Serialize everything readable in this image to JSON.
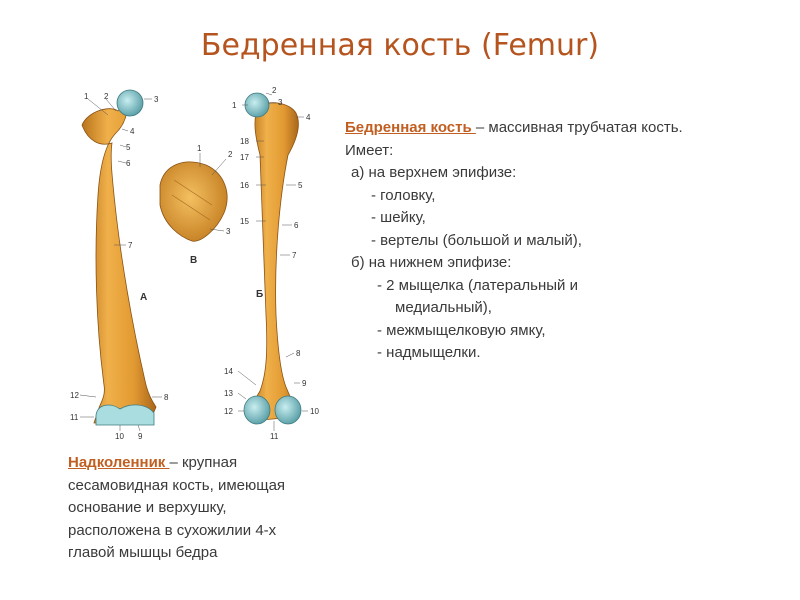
{
  "title": "Бедренная кость (Femur)",
  "figure": {
    "view_labels": {
      "a": "А",
      "b": "Б",
      "v": "В"
    },
    "bone_color": "#e0a23a",
    "cartilage_color": "#8fc6cc",
    "labels_a": [
      "1",
      "2",
      "3",
      "4",
      "5",
      "6",
      "7",
      "12",
      "11",
      "10",
      "9",
      "8"
    ],
    "labels_v": [
      "1",
      "2",
      "3"
    ],
    "labels_b": [
      "1",
      "2",
      "3",
      "4",
      "18",
      "17",
      "16",
      "15",
      "5",
      "6",
      "7",
      "8",
      "14",
      "13",
      "12",
      "11",
      "10",
      "9"
    ]
  },
  "femur_desc": {
    "term": "Бедренная кость ",
    "def": "– массивная трубчатая кость.",
    "has": "Имеет:",
    "upper": "а)  на верхнем эпифизе:",
    "upper_items": [
      "-  головку,",
      "-  шейку,",
      "-  вертелы (большой и  малый),"
    ],
    "lower": "б) на нижнем эпифизе:",
    "lower_item1_a": "- 2 мыщелка (латеральный  и",
    "lower_item1_b": "медиальный),",
    "lower_item2": "-  межмыщелковую ямку,",
    "lower_item3": "-  надмыщелки."
  },
  "patella_desc": {
    "term": "Надколенник ",
    "def": "– крупная",
    "lines": [
      "сесамовидная кость, имеющая",
      "основание и верхушку,",
      "расположена в сухожилии 4-х",
      "главой мышцы бедра"
    ]
  }
}
